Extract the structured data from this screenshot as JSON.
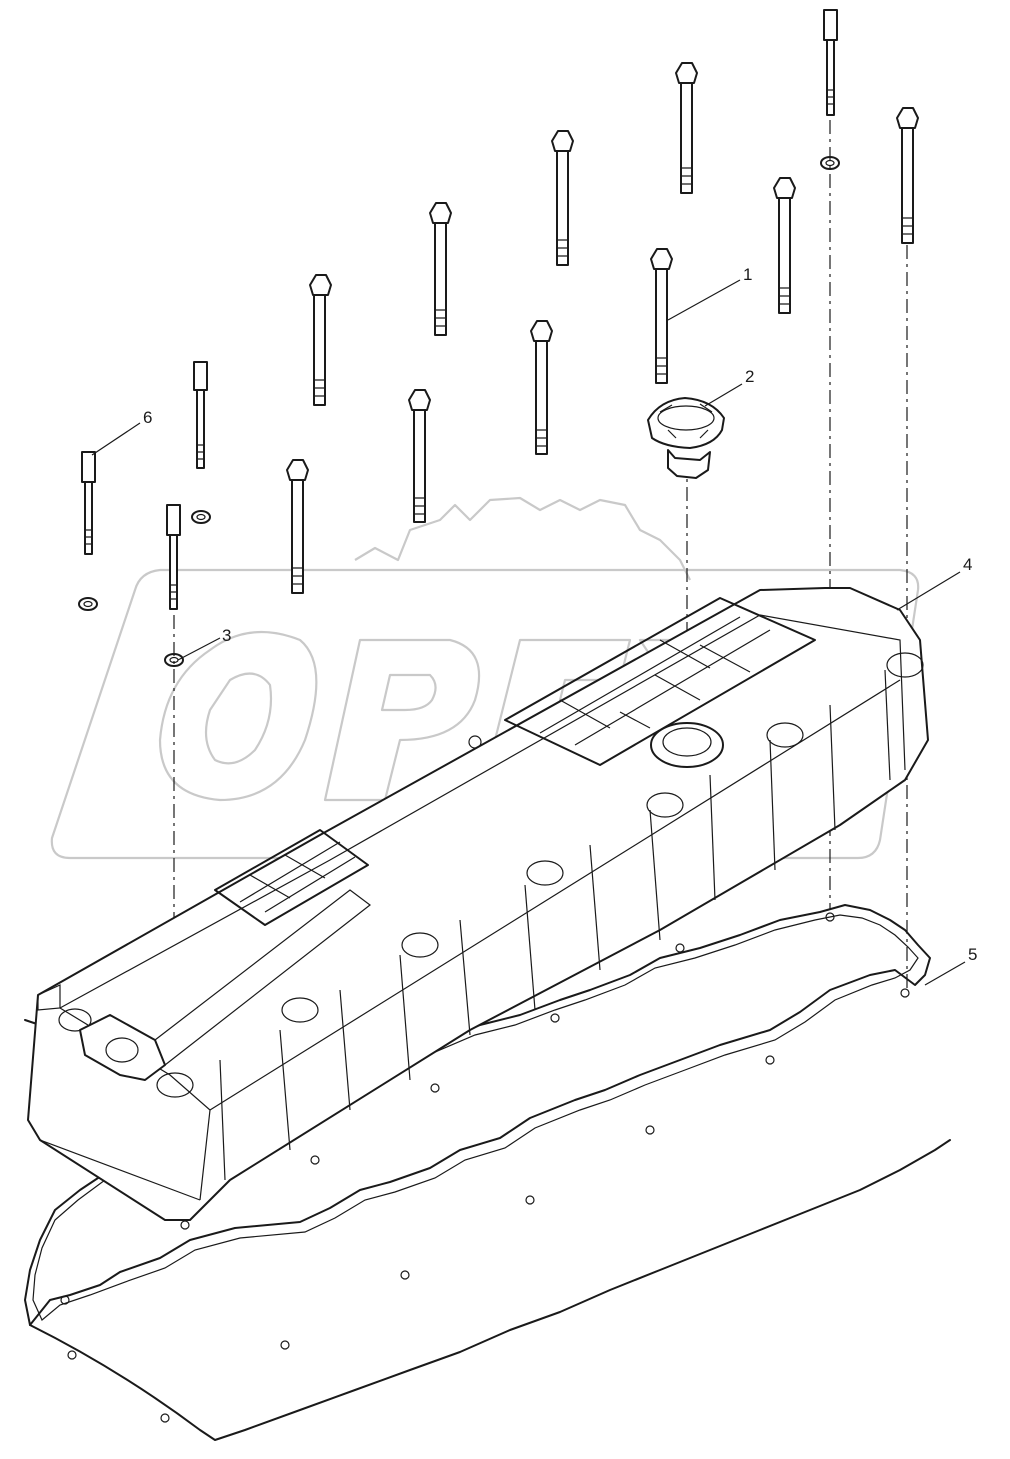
{
  "watermark": {
    "text": "OPEX"
  },
  "corner_mark": "",
  "callouts": [
    {
      "id": "1",
      "label": "1"
    },
    {
      "id": "2",
      "label": "2"
    },
    {
      "id": "3",
      "label": "3"
    },
    {
      "id": "4",
      "label": "4"
    },
    {
      "id": "5",
      "label": "5"
    },
    {
      "id": "6",
      "label": "6"
    }
  ],
  "parts": [
    {
      "callout": "1",
      "name": "bolt-icon"
    },
    {
      "callout": "2",
      "name": "oil-filler-cap-icon"
    },
    {
      "callout": "3",
      "name": "washer-icon"
    },
    {
      "callout": "4",
      "name": "valve-cover-icon"
    },
    {
      "callout": "5",
      "name": "gasket-icon"
    },
    {
      "callout": "6",
      "name": "stud-icon"
    }
  ]
}
